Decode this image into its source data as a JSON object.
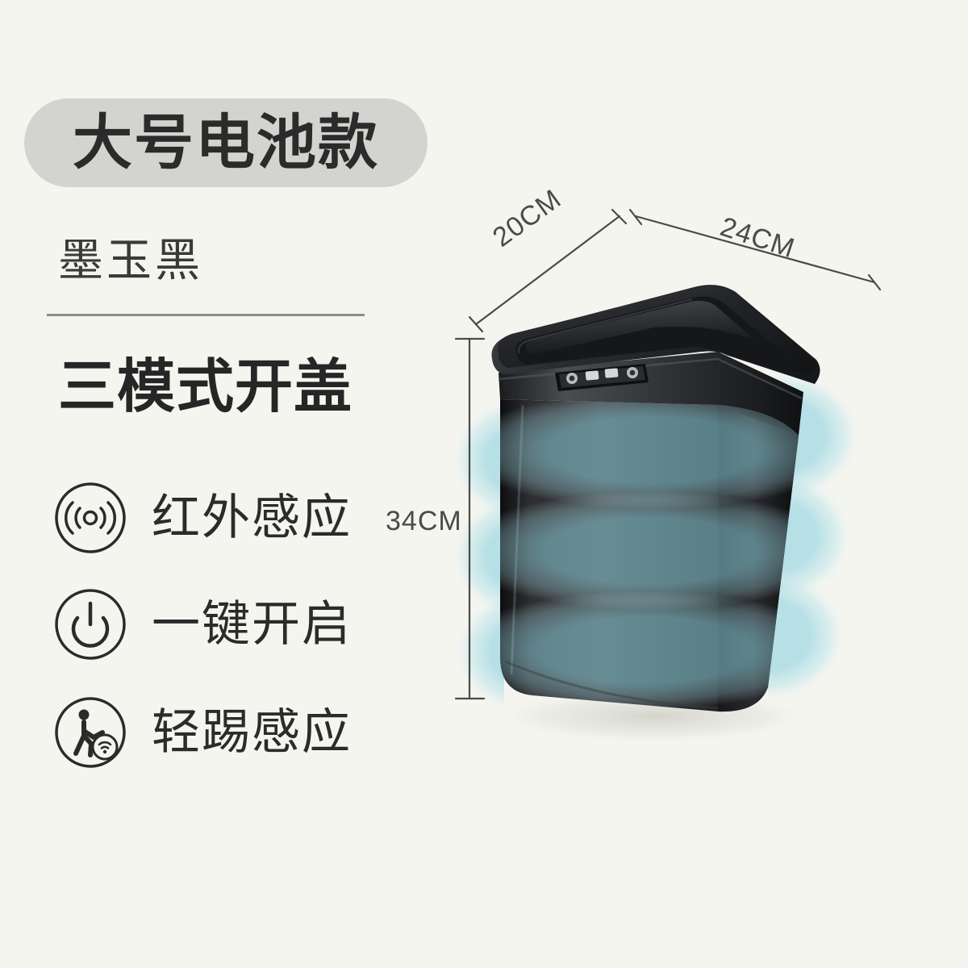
{
  "page": {
    "background_color": "#f5f5f0",
    "text_color": "#2b2b2b"
  },
  "badge": {
    "label": "大号电池款",
    "background_color": "#d3d3d0"
  },
  "color_variant": {
    "label": "墨玉黑"
  },
  "headline": {
    "label": "三模式开盖"
  },
  "features": [
    {
      "icon": "infrared-wave-icon",
      "label": "红外感应"
    },
    {
      "icon": "power-button-icon",
      "label": "一键开启"
    },
    {
      "icon": "kick-sensor-icon",
      "label": "轻踢感应"
    }
  ],
  "dimensions": {
    "depth": "20CM",
    "width": "24CM",
    "height": "34CM"
  },
  "product": {
    "name": "smart-trash-can",
    "body_color": "#1b1c1e",
    "lid_color": "#232426",
    "wave_color": "#8fd4e0",
    "sensor_lens_color": "#c9cccd"
  }
}
